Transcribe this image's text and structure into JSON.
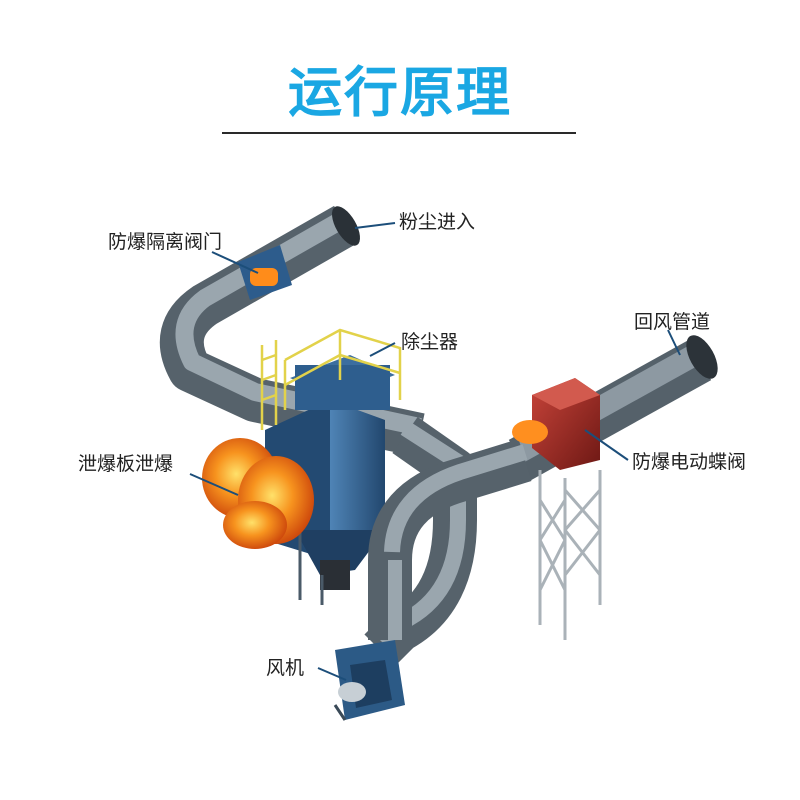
{
  "title": "运行原理",
  "labels": {
    "dust_inlet": "粉尘进入",
    "isolation_valve": "防爆隔离阀门",
    "dust_collector": "除尘器",
    "return_duct": "回风管道",
    "vent_panel": "泄爆板泄爆",
    "butterfly_valve": "防爆电动蝶阀",
    "fan": "风机"
  },
  "colors": {
    "title": "#1aa7e3",
    "pipe": "#6f7b84",
    "collector": "#2f5f8f",
    "railing": "#e7d84a",
    "fire": "#f07a10",
    "valve": "#a42a22",
    "leader": "#1c4e7a"
  }
}
